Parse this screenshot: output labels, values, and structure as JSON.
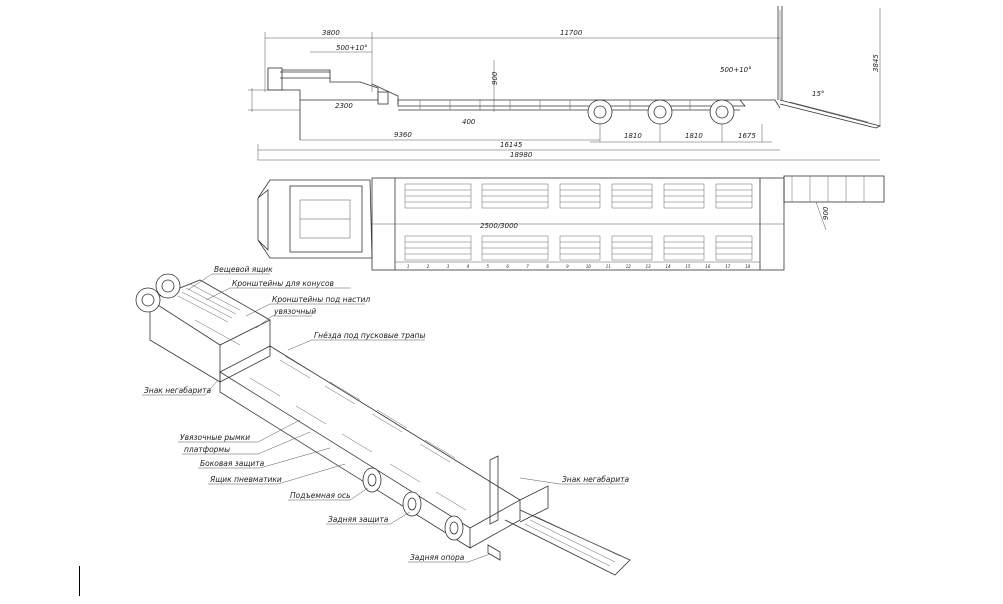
{
  "dimensions": {
    "d3800": "3800",
    "d11700": "11700",
    "d500_top": "500+10°",
    "d500_right": "500+10°",
    "d900": "900",
    "d3845": "3845",
    "d2300": "2300",
    "d400": "400",
    "d9360": "9360",
    "d16145": "16145",
    "d18980": "18980",
    "d1810a": "1810",
    "d1810b": "1810",
    "d1675": "1675",
    "d15": "15°",
    "d2500": "2500/3000",
    "d900b": "900"
  },
  "plate_numbers": [
    "1",
    "2",
    "3",
    "4",
    "5",
    "6",
    "7",
    "8",
    "9",
    "10",
    "11",
    "12",
    "13",
    "14",
    "15",
    "16",
    "17",
    "18"
  ],
  "callouts": {
    "weight_box": "Вещевой ящик",
    "bracket_plugs": "Кронштейны для конусов",
    "bracket_deck": "Кронштейны под настил",
    "lashing": "увязочный",
    "pocket_stakes": "Гнёзда под пусковые трапы",
    "sign_oversize_left": "Знак негабарита",
    "lashing_rings": "Увязочные рымки",
    "platform": "платформы",
    "side_guard": "Боковая защита",
    "pneumatic_box": "Ящик пневматики",
    "lift_axle": "Подъемная ось",
    "rear_guard": "Задняя защита",
    "sign_oversize_right": "Знак негабарита",
    "rear_support": "Задняя опора"
  }
}
